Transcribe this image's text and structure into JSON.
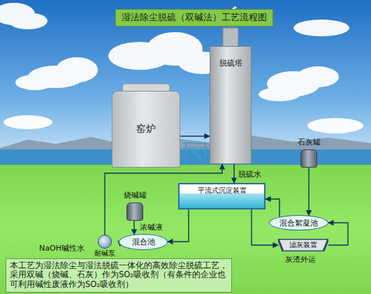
{
  "diagram": {
    "title": "湿法除尘脱硫（双碱法）工艺流程图",
    "nodes": [
      {
        "text": [
          "窑炉"
        ]
      },
      {
        "text": [
          "脱硫塔"
        ]
      },
      {
        "text": [
          "烧碱罐"
        ]
      },
      {
        "text": [
          "平流式沉淀装置"
        ]
      },
      {
        "text": [
          "石灰罐"
        ]
      },
      {
        "text": [
          "混合絮凝池"
        ]
      },
      {
        "text": [
          "耐碱泵"
        ]
      },
      {
        "text": [
          "混合池"
        ]
      },
      {
        "text": [
          "滤灰装置"
        ]
      }
    ],
    "edges": [
      {
        "from": 0,
        "to": 1,
        "arrow": "to"
      },
      {
        "from": 1,
        "to": 3,
        "label": "脱硫水",
        "arrow": "to"
      },
      {
        "from": 5,
        "to": 3,
        "arrow": "to"
      },
      {
        "from": 4,
        "to": 5,
        "arrow": "to"
      },
      {
        "from": 3,
        "to": 8,
        "arrow": "to"
      },
      {
        "from": 8,
        "to": 5,
        "arrow": "to"
      },
      {
        "from": 3,
        "to": 7,
        "arrow": "to"
      },
      {
        "from": 2,
        "to": 7,
        "label": "浓碱液",
        "arrow": "to"
      },
      {
        "from": 7,
        "to": 6,
        "arrow": "to"
      },
      {
        "from": 6,
        "to": 1,
        "label": "NaOH碱性水",
        "arrow": "to"
      }
    ],
    "labels": [
      "灰渣外运",
      "本工艺为湿法除尘与湿法脱硫一体化的高效除尘脱硫工艺，采用双碱（烧碱、石灰）作为SO₂吸收剂（有条件的企业也可利用碱性废液作为SO₂吸收剂）"
    ]
  }
}
